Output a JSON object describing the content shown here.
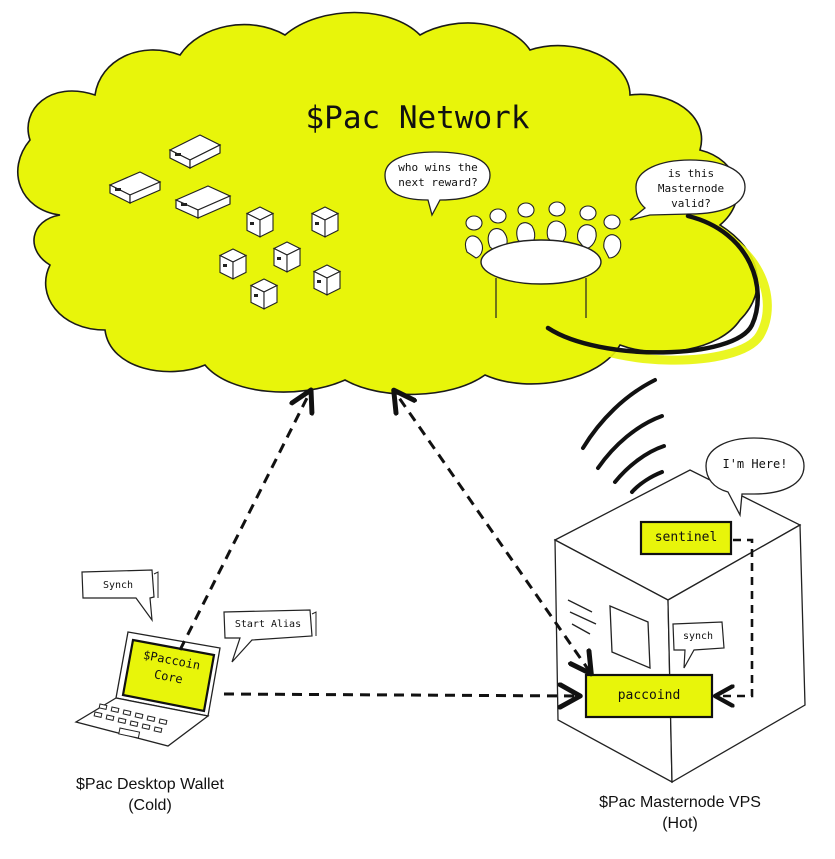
{
  "title": "$Pac Network",
  "bubbles": {
    "who_wins": "who wins the next reward?",
    "is_valid": "is this Masternode valid?",
    "im_here": "I'm Here!",
    "synch_wallet": "Synch",
    "start_alias": "Start Alias",
    "synch_vps": "synch"
  },
  "boxes": {
    "paccoin_core_line1": "$Paccoin",
    "paccoin_core_line2": "Core",
    "sentinel": "sentinel",
    "paccoind": "paccoind"
  },
  "captions": {
    "wallet_line1": "$Pac Desktop Wallet",
    "wallet_line2": "(Cold)",
    "vps_line1": "$Pac Masternode VPS",
    "vps_line2": "(Hot)"
  },
  "colors": {
    "accent": "#e8f50a",
    "ink": "#111111",
    "cloud_outline": "#1a1a1a"
  }
}
